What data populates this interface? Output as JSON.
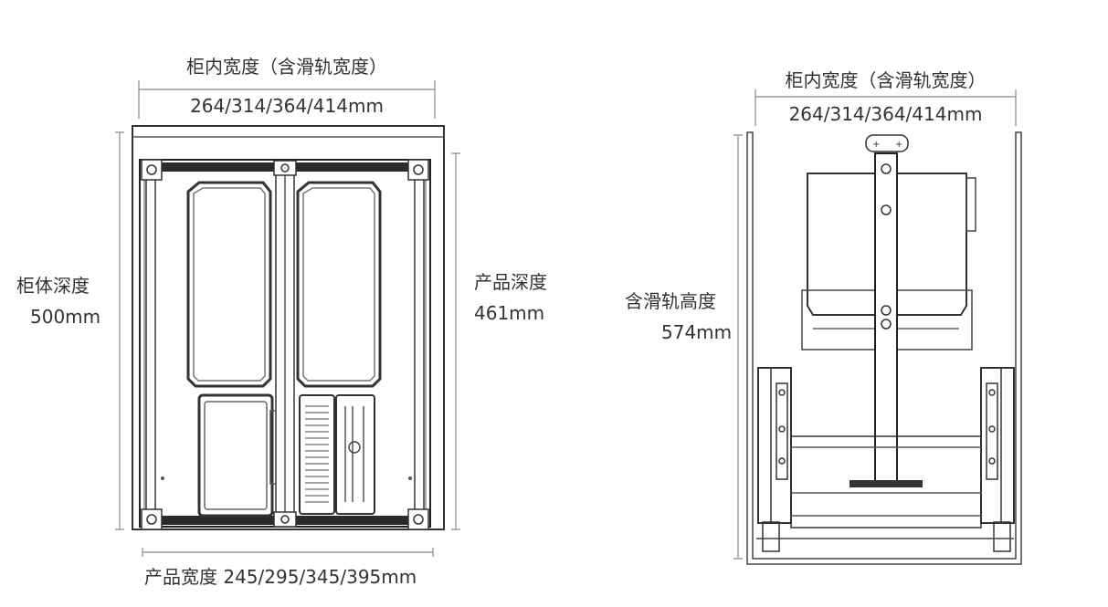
{
  "top_view": {
    "inner_width_title": "柜内宽度（含滑轨宽度）",
    "inner_width_value": "264/314/364/414mm",
    "cabinet_depth_title": "柜体深度",
    "cabinet_depth_value": "500mm",
    "product_depth_title": "产品深度",
    "product_depth_value": "461mm",
    "product_width": "产品宽度 245/295/345/395mm"
  },
  "side_view": {
    "inner_width_title": "柜内宽度（含滑轨宽度）",
    "inner_width_value": "264/314/364/414mm",
    "height_title": "含滑轨高度",
    "height_value": "574mm"
  },
  "colors": {
    "line": "#444444",
    "dim": "#777777",
    "dark": "#2a2a2a"
  }
}
